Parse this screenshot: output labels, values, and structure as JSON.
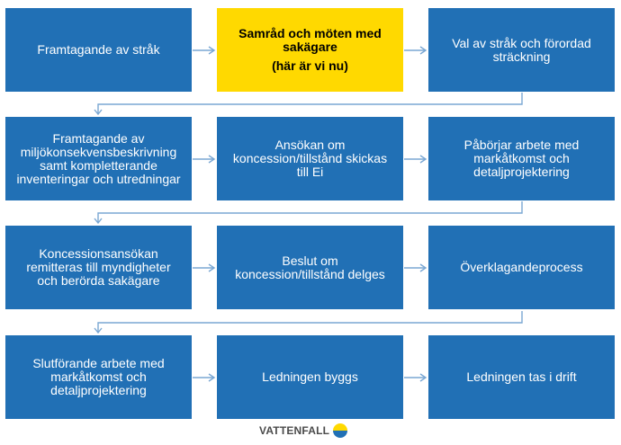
{
  "diagram": {
    "colors": {
      "box": "#2170b5",
      "current": "#ffd900",
      "connector": "#7aa7d3"
    },
    "rows": [
      {
        "steps": [
          {
            "lines": [
              "Framtagande av stråk"
            ]
          },
          {
            "lines": [
              "Samråd och möten med",
              "sakägare"
            ],
            "sub": "(här är vi nu)",
            "current": true
          },
          {
            "lines": [
              "Val av stråk och förordad",
              "sträckning"
            ]
          }
        ]
      },
      {
        "steps": [
          {
            "lines": [
              "Framtagande av",
              "miljökonsekvensbeskrivning",
              "samt kompletterande",
              "inventeringar och utredningar"
            ]
          },
          {
            "lines": [
              "Ansökan om",
              "koncession/tillstånd skickas",
              "till Ei"
            ]
          },
          {
            "lines": [
              "Påbörjar arbete med",
              "markåtkomst och",
              "detaljprojektering"
            ]
          }
        ]
      },
      {
        "steps": [
          {
            "lines": [
              "Koncessionsansökan",
              "remitteras till myndigheter",
              "och berörda sakägare"
            ]
          },
          {
            "lines": [
              "Beslut om",
              "koncession/tillstånd delges"
            ]
          },
          {
            "lines": [
              "Överklagandeprocess"
            ]
          }
        ]
      },
      {
        "steps": [
          {
            "lines": [
              "Slutförande arbete med",
              "markåtkomst och",
              "detaljprojektering"
            ]
          },
          {
            "lines": [
              "Ledningen byggs"
            ]
          },
          {
            "lines": [
              "Ledningen tas i drift"
            ]
          }
        ]
      }
    ]
  },
  "logo": {
    "text": "VATTENFALL",
    "icon": "vattenfall-logo-icon"
  }
}
